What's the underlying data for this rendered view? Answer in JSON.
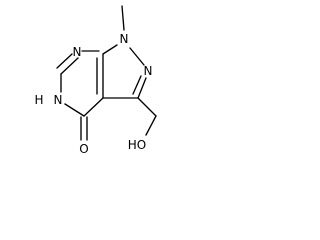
{
  "molecule": {
    "atoms": {
      "n_top": "N",
      "n_pyrazole_1": "N",
      "n_pyrazole_2": "N",
      "nh": "H",
      "n_lactam": "N",
      "o_carbonyl": "O",
      "ho": "HO"
    },
    "colors": {
      "bond": "#000000",
      "text": "#000000",
      "background": "#ffffff"
    }
  }
}
